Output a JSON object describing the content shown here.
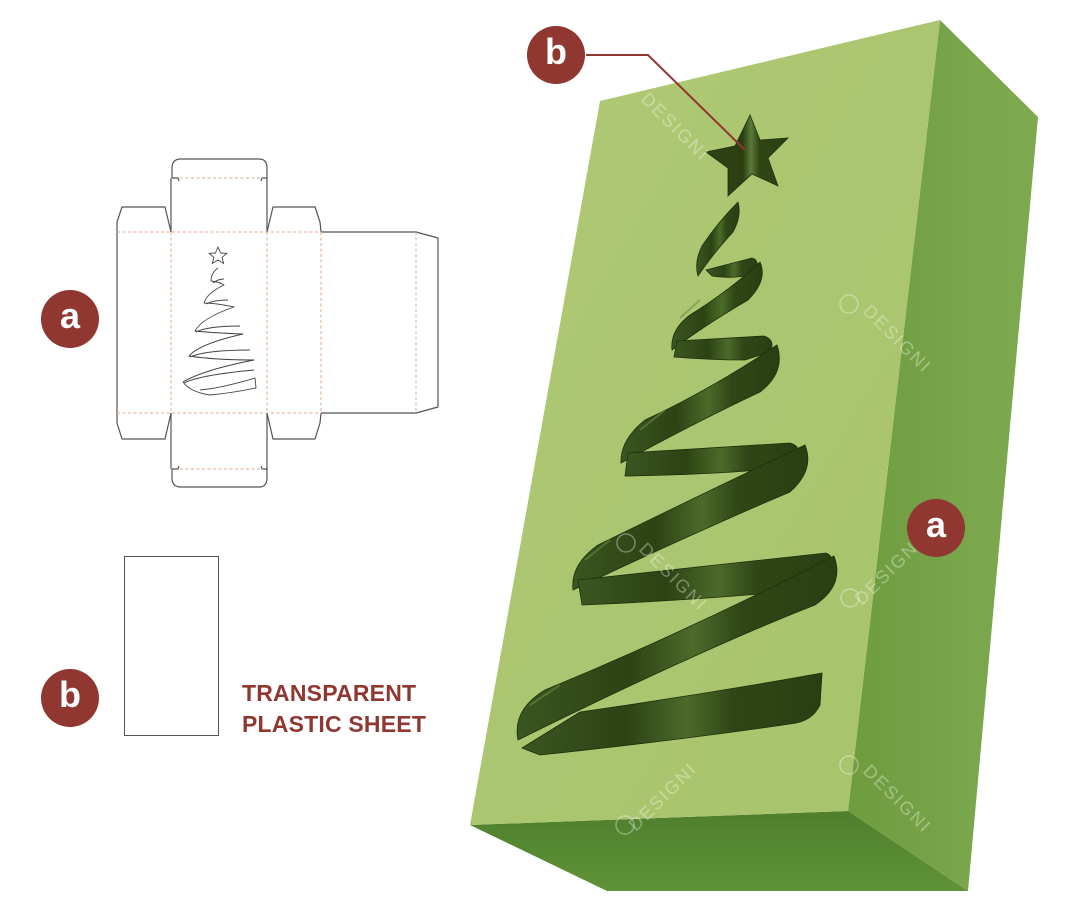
{
  "colors": {
    "badge": "#8f3730",
    "caption_text": "#8f3730",
    "box_front": "#adc770",
    "box_right": "#76a248",
    "box_bottom": "#588c33",
    "cutout": "#33481a",
    "dieline_cut": "#555555",
    "dieline_fold": "#e0a888",
    "leader_line": "#8f3730"
  },
  "labels": {
    "dieline_badge": "a",
    "sheet_badge": "b",
    "box_side_badge": "a",
    "box_star_badge": "b"
  },
  "caption": {
    "line1": "TRANSPARENT",
    "line2": "PLASTIC SHEET"
  },
  "watermark": {
    "text": "DESIGNI"
  },
  "illustration": {
    "dieline": "folding box die-cut template with Christmas tree window",
    "sheet": "transparent plastic window sheet",
    "box": "green box with spiral Christmas tree and star cut-out"
  }
}
